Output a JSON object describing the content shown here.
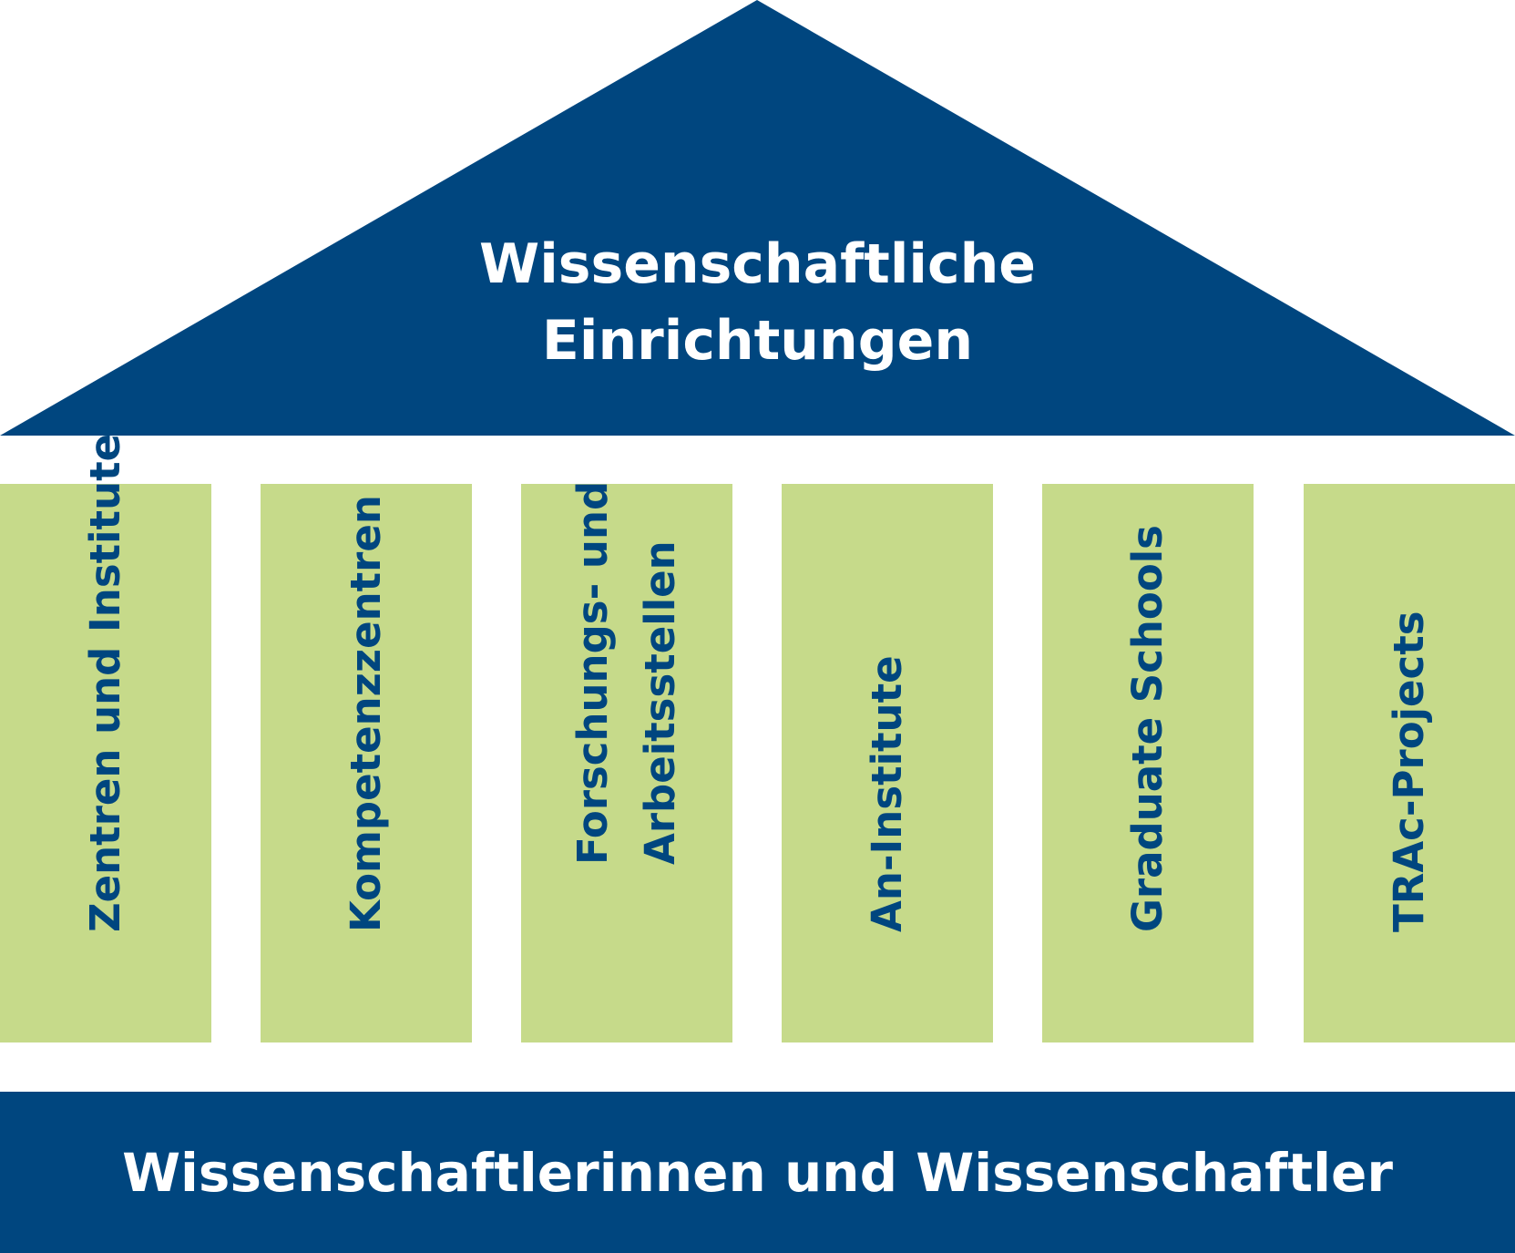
{
  "colors": {
    "navy": "#00467f",
    "green": "#c6da8a",
    "white": "#ffffff"
  },
  "roof": {
    "title_lines": [
      "Wissenschaftliche",
      "Einrichtungen"
    ]
  },
  "pillars": [
    {
      "lines": [
        "Zentren und Institute"
      ]
    },
    {
      "lines": [
        "Kompetenzzentren"
      ]
    },
    {
      "lines": [
        "Forschungs- und",
        "Arbeitsstellen"
      ]
    },
    {
      "lines": [
        "An-Institute"
      ]
    },
    {
      "lines": [
        "Graduate Schools"
      ]
    },
    {
      "lines": [
        "TRAc-Projects"
      ]
    }
  ],
  "base": {
    "title": "Wissenschaftlerinnen und Wissenschaftler"
  }
}
